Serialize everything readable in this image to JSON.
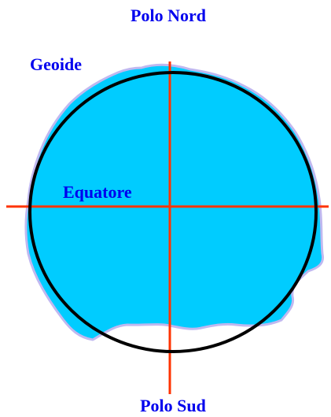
{
  "labels": {
    "north_pole": "Polo Nord",
    "south_pole": "Polo Sud",
    "geoid": "Geoide",
    "equator": "Equatore"
  },
  "colors": {
    "label_text": "#0000ee",
    "geoid_fill": "#00ccff",
    "geoid_edge": "#c0b8f0",
    "ellipsoid_stroke": "#000000",
    "axis_lines": "#ff3300",
    "background": "#ffffff"
  }
}
